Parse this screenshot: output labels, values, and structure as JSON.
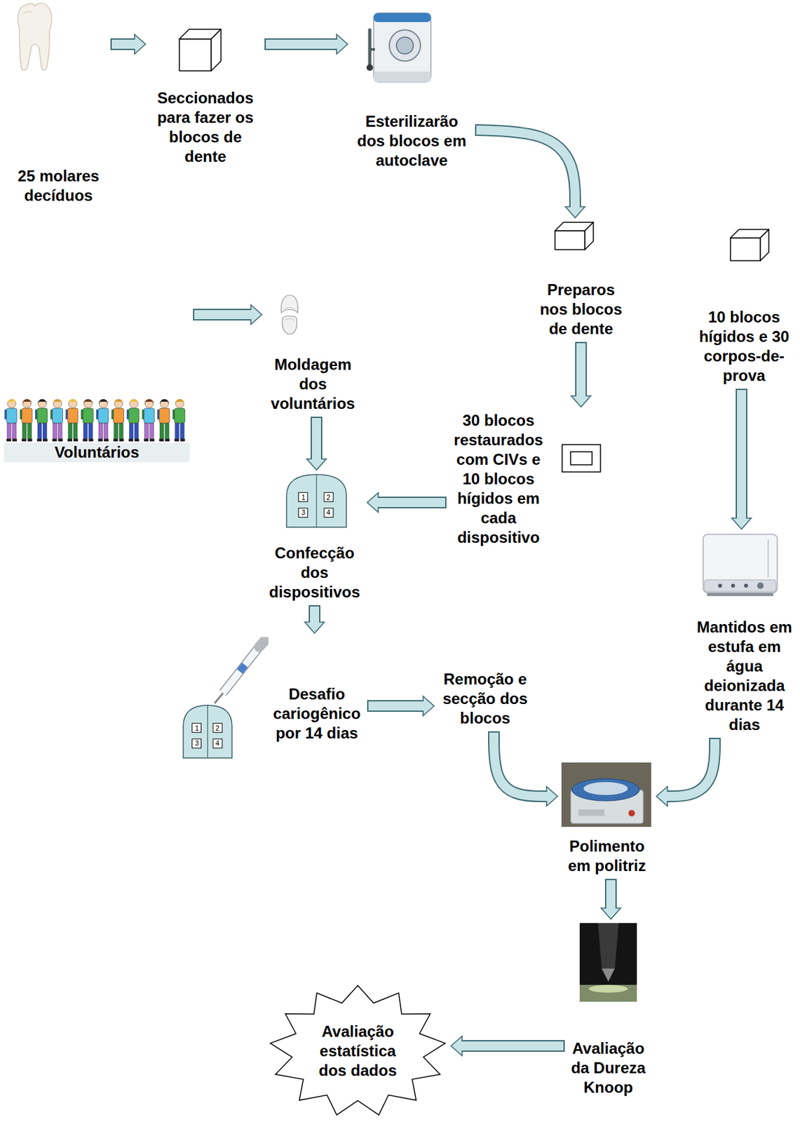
{
  "diagram": {
    "nodes": [
      {
        "text": [
          "25 molares decíduos"
        ]
      },
      {
        "text": [
          "Seccionados para fazer os blocos de dente"
        ]
      },
      {
        "text": [
          "Esterilizarão dos blocos em autoclave"
        ]
      },
      {
        "text": [
          "Preparos nos blocos de dente"
        ]
      },
      {
        "text": [
          "10 blocos hígidos e 30 corpos-de-prova"
        ]
      },
      {
        "text": [
          "Voluntários"
        ]
      },
      {
        "text": [
          "Moldagem dos voluntários"
        ]
      },
      {
        "text": [
          "30 blocos restaurados com CIVs e 10 blocos hígidos em cada dispositivo"
        ]
      },
      {
        "text": [
          "Confecção dos dispositivos"
        ]
      },
      {
        "text": [
          "Desafio cariogênico por 14 dias"
        ]
      },
      {
        "text": [
          "Remoção e secção dos blocos"
        ]
      },
      {
        "text": [
          "Mantidos em estufa em água deionizada durante 14 dias"
        ]
      },
      {
        "text": [
          "Polimento em politriz"
        ]
      },
      {
        "text": [
          "Avaliação da Dureza Knoop"
        ]
      },
      {
        "text": [
          "Avaliação estatística dos dados"
        ]
      }
    ],
    "edges": [
      {
        "from": 0,
        "to": 1,
        "arrow": "to"
      },
      {
        "from": 1,
        "to": 2,
        "arrow": "to"
      },
      {
        "from": 2,
        "to": 3,
        "arrow": "to"
      },
      {
        "from": 3,
        "to": 7,
        "arrow": "to"
      },
      {
        "from": 7,
        "to": 8,
        "arrow": "to"
      },
      {
        "from": 5,
        "to": 6,
        "arrow": "to"
      },
      {
        "from": 6,
        "to": 8,
        "arrow": "to"
      },
      {
        "from": 8,
        "to": 9,
        "arrow": "to"
      },
      {
        "from": 9,
        "to": 10,
        "arrow": "to"
      },
      {
        "from": 10,
        "to": 12,
        "arrow": "to"
      },
      {
        "from": 4,
        "to": 11,
        "arrow": "to"
      },
      {
        "from": 11,
        "to": 12,
        "arrow": "to"
      },
      {
        "from": 12,
        "to": 13,
        "arrow": "to"
      },
      {
        "from": 13,
        "to": 14,
        "arrow": "to"
      }
    ],
    "labels": [
      "1",
      "2",
      "3",
      "4",
      "1",
      "2",
      "3",
      "4"
    ]
  }
}
